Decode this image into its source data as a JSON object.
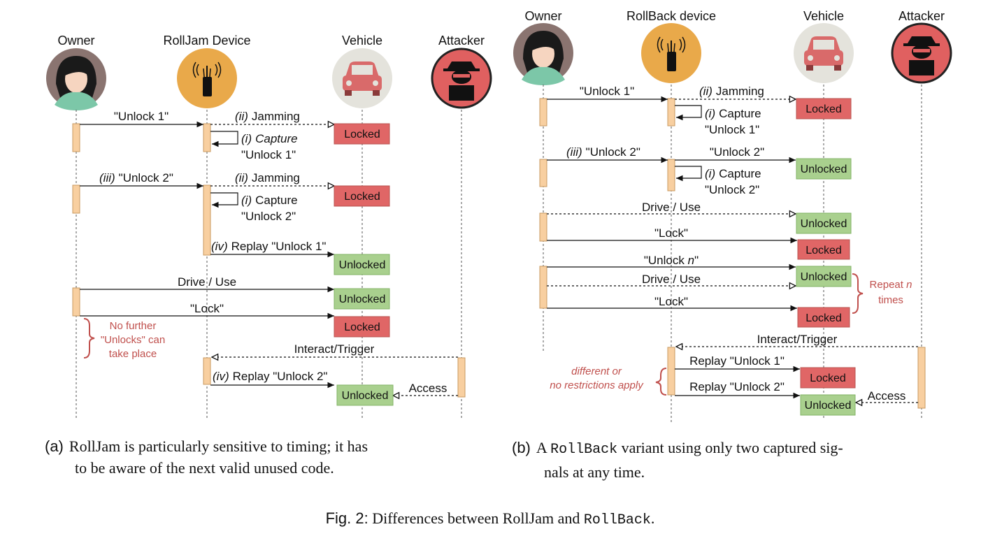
{
  "colors": {
    "locked_fill": "#e06666",
    "locked_stroke": "#b85450",
    "unlocked_fill": "#a9d08e",
    "unlocked_stroke": "#82b366",
    "activation": "#f8cfa0",
    "note": "#c0504d"
  },
  "panel_a": {
    "actors": [
      "Owner",
      "RollJam Device",
      "Vehicle",
      "Attacker"
    ],
    "icons": [
      "owner-avatar-icon",
      "antenna-device-icon",
      "car-icon",
      "hacker-icon"
    ],
    "messages": {
      "unlock1": "\"Unlock 1\"",
      "jam1": "Jamming",
      "jam1_prefix": "(ii)",
      "capture1_a": "Capture",
      "capture1_prefix": "(i)",
      "capture1_b": "\"Unlock 1\"",
      "unlock2_prefix": "(iii)",
      "unlock2": "\"Unlock 2\"",
      "jam2_prefix": "(ii)",
      "jam2": "Jamming",
      "capture2_prefix": "(i)",
      "capture2_a": "Capture",
      "capture2_b": "\"Unlock 2\"",
      "replay1_prefix": "(iv)",
      "replay1": "Replay \"Unlock 1\"",
      "drive": "Drive / Use",
      "lock": "\"Lock\"",
      "interact": "Interact/Trigger",
      "replay2_prefix": "(iv)",
      "replay2": "Replay \"Unlock 2\"",
      "access": "Access"
    },
    "states": [
      "Locked",
      "Locked",
      "Unlocked",
      "Unlocked",
      "Locked",
      "Unlocked"
    ],
    "note": [
      "No further",
      "\"Unlocks\" can",
      "take place"
    ],
    "caption_tag": "(a)",
    "caption": [
      "RollJam is particularly sensitive to timing; it has",
      "to be aware of the next valid unused code."
    ]
  },
  "panel_b": {
    "actors": [
      "Owner",
      "RollBack device",
      "Vehicle",
      "Attacker"
    ],
    "icons": [
      "owner-avatar-icon",
      "antenna-device-icon",
      "car-icon",
      "hacker-icon"
    ],
    "messages": {
      "unlock1": "\"Unlock 1\"",
      "jam_prefix": "(ii)",
      "jam": "Jamming",
      "capture1_prefix": "(i)",
      "capture1_a": "Capture",
      "capture1_b": "\"Unlock 1\"",
      "unlock2_prefix": "(iii)",
      "unlock2": "\"Unlock 2\"",
      "unlock2_fwd": "\"Unlock 2\"",
      "capture2_prefix": "(i)",
      "capture2_a": "Capture",
      "capture2_b": "\"Unlock 2\"",
      "drive1": "Drive / Use",
      "lock1": "\"Lock\"",
      "unlockn_a": "\"Unlock ",
      "unlockn_n": "n",
      "unlockn_b": "\"",
      "drive2": "Drive / Use",
      "lock2": "\"Lock\"",
      "interact": "Interact/Trigger",
      "replay1": "Replay \"Unlock 1\"",
      "replay2": "Replay \"Unlock 2\"",
      "access": "Access"
    },
    "states": [
      "Locked",
      "Unlocked",
      "Unlocked",
      "Locked",
      "Unlocked",
      "Locked",
      "Locked",
      "Unlocked"
    ],
    "repeat_note_a": "Repeat ",
    "repeat_note_n": "n",
    "repeat_note_b": "times",
    "restrict_note": [
      "different or",
      "no restrictions apply"
    ],
    "caption_tag": "(b)",
    "caption_a": "A ",
    "caption_mono": "RollBack",
    "caption_b": " variant using only two captured sig-",
    "caption_c": "nals at any time."
  },
  "figure_caption": {
    "prefix": "Fig. 2:",
    "text": " Differences between RollJam and ",
    "mono": "RollBack",
    "end": "."
  }
}
